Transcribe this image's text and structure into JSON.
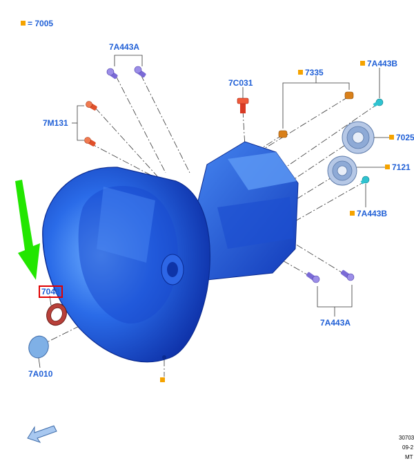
{
  "legend": {
    "text": "= 7005",
    "marker_color": "#f5a300"
  },
  "labels": {
    "p7a443a_top": "7A443A",
    "p7c031": "7C031",
    "p7335": "7335",
    "p7a443b_top": "7A443B",
    "p7m131": "7M131",
    "p7025": "7025",
    "p7121": "7121",
    "p7a443b_mid": "7A443B",
    "p7048": "7048",
    "p7a443a_bottom": "7A443A",
    "p7a010": "7A010"
  },
  "footer": {
    "line1": "30703",
    "line2": "09-2",
    "line3": "MT"
  },
  "colors": {
    "label_text": "#1f5fd6",
    "housing": "#1f5fe0",
    "marker": "#f5a300",
    "highlight_box": "#e00000",
    "arrow": "#22e600",
    "seal": "#b8403a",
    "bolt_purple": "#7a6ad6",
    "pin_red": "#e0502a",
    "bushing_orange": "#d9801a",
    "fitting_cyan": "#2fc3d0",
    "bearing": "#9fb8de"
  },
  "icons": {
    "nav": "back-arrow-icon",
    "pointer": "green-down-arrow-icon"
  }
}
